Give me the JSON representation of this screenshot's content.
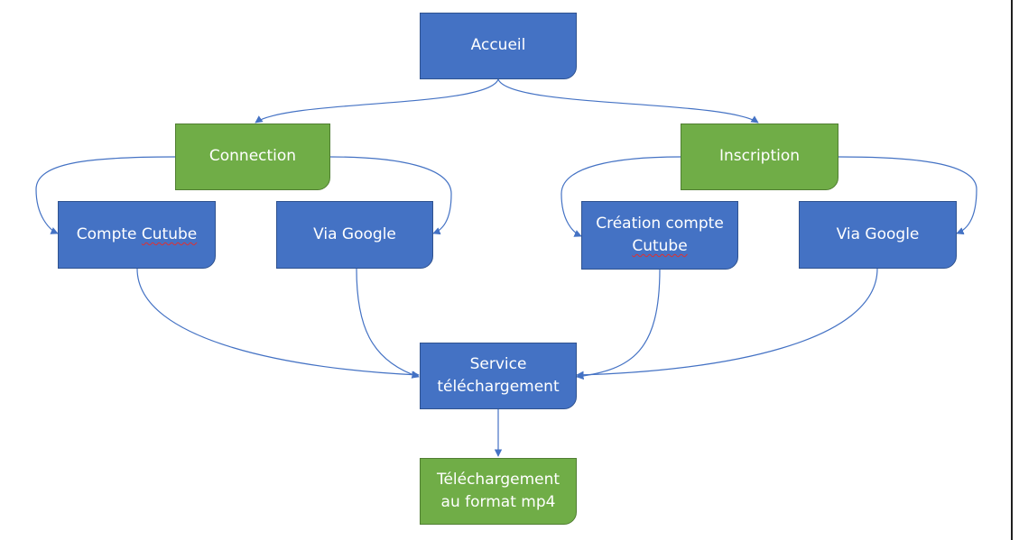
{
  "nodes": {
    "accueil": "Accueil",
    "connection": "Connection",
    "inscription": "Inscription",
    "compte_cutube_prefix": "Compte ",
    "compte_cutube_word": "Cutube",
    "via_google_left": "Via Google",
    "creation_line1": "Création compte",
    "creation_word": "Cutube",
    "via_google_right": "Via Google",
    "service_line1": "Service",
    "service_line2": "téléchargement",
    "telechargement_line1": "Téléchargement",
    "telechargement_line2": "au format mp4"
  },
  "colors": {
    "process_blue": "#4472C4",
    "process_green": "#70AD47",
    "edge": "#4472C4",
    "spellcheck": "#e03030"
  }
}
